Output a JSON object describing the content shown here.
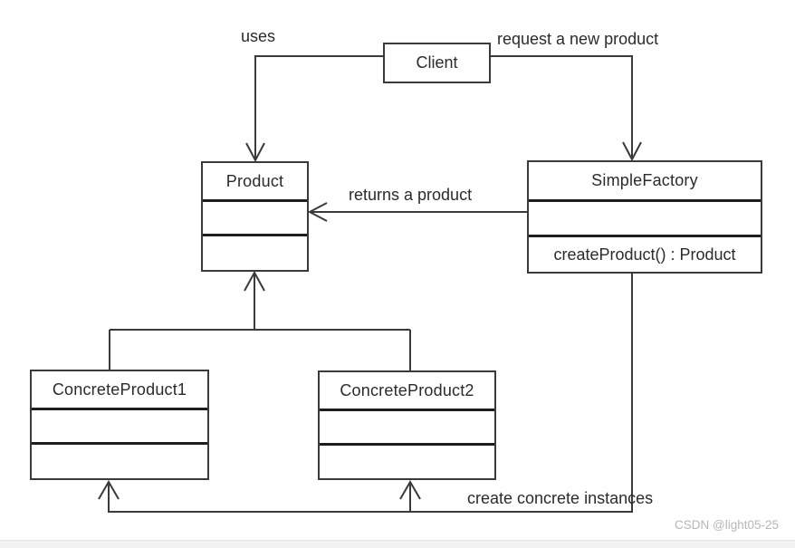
{
  "classes": {
    "client": {
      "name": "Client"
    },
    "product": {
      "name": "Product"
    },
    "simple_factory": {
      "name": "SimpleFactory",
      "method": "createProduct() : Product"
    },
    "concrete_product1": {
      "name": "ConcreteProduct1"
    },
    "concrete_product2": {
      "name": "ConcreteProduct2"
    }
  },
  "edge_labels": {
    "uses": "uses",
    "request": "request a new product",
    "returns": "returns a product",
    "create_instances": "create concrete instances"
  },
  "watermark": "CSDN @light05-25",
  "colors": {
    "line": "#3a3a3a",
    "separator": "#1e1e1e",
    "text": "#2b2b2b",
    "watermark": "#b7b7bb",
    "background": "#ffffff"
  }
}
